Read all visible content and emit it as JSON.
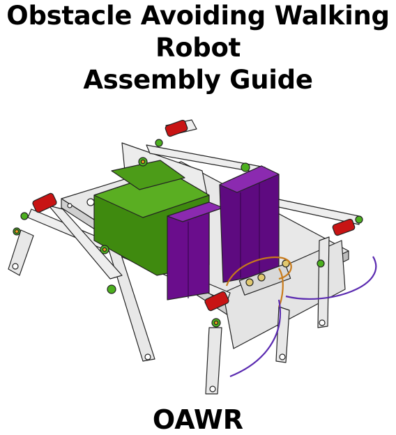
{
  "title": {
    "line1": "Obstacle Avoiding Walking",
    "line2": "Robot",
    "line3": "Assembly Guide"
  },
  "footer": {
    "code": "OAWR"
  },
  "figure": {
    "icon": "robot-assembly-illustration",
    "colors": {
      "frame": "#e6e6e6",
      "outline": "#222222",
      "motor": "#3f8a0f",
      "battery": "#6a0d8c",
      "spacer": "#c81414",
      "wire": "#5a2ab0",
      "harness": "#c87a1a"
    }
  }
}
